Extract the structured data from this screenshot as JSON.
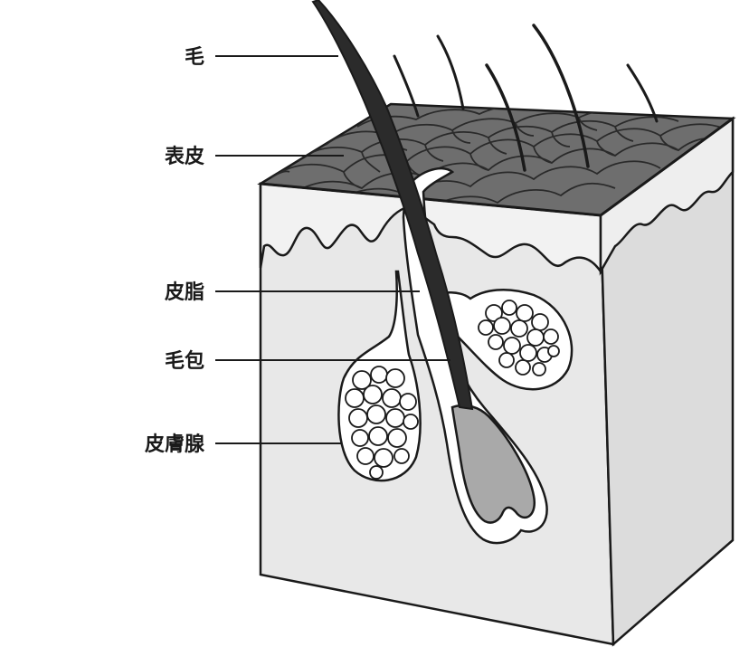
{
  "labels": {
    "hair": "毛",
    "epidermis": "表皮",
    "sebum": "皮脂",
    "follicle": "毛包",
    "sebaceous_gland": "皮膚腺"
  },
  "colors": {
    "outline": "#1a1a1a",
    "dermis_front": "#e8e8e8",
    "dermis_side": "#dcdcdc",
    "epidermis_band": "#f2f2f2",
    "scales": "#6e6e6e",
    "scale_lines": "#2a2a2a",
    "hair": "#2b2b2b",
    "bulb": "#a9a9a9",
    "sheath": "#ffffff",
    "cells": "#ffffff"
  }
}
